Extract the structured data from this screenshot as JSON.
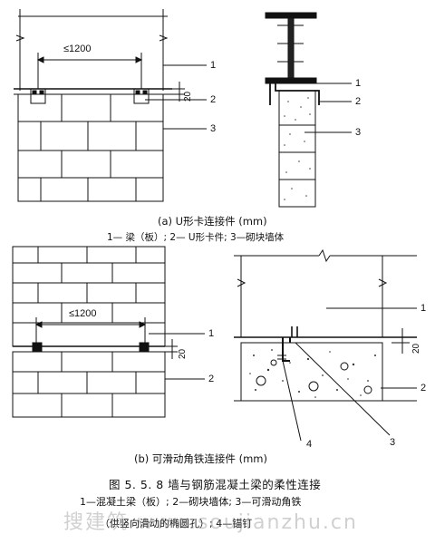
{
  "panel_a": {
    "dim_spacing": "≤1200",
    "dim_gap": "20",
    "callouts_left": [
      "1",
      "2",
      "3"
    ],
    "callouts_right": [
      "1",
      "2",
      "3"
    ],
    "caption": "(a) U形卡连接件 (mm)",
    "legend": "1— 梁（板）; 2— U形卡件;   3—砌块墙体"
  },
  "panel_b": {
    "dim_spacing": "≤1200",
    "dim_gap_left": "20",
    "dim_gap_right": "20",
    "callouts_left": [
      "1",
      "2"
    ],
    "callouts_right": [
      "1",
      "2",
      "3",
      "4"
    ],
    "caption": "(b) 可滑动角铁连接件 (mm)"
  },
  "figure": {
    "title": "图 5. 5. 8   墙与钢筋混凝土梁的柔性连接",
    "legend_line1": "1—混凝土梁（板）; 2—砌块墙体; 3—可滑动角铁",
    "legend_line2": "（供竖向滑动的椭圆孔）; 4—锚钉"
  },
  "watermark": "搜建筑 www.soujianzhu.cn"
}
